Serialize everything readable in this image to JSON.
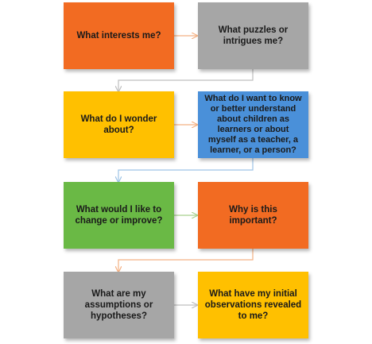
{
  "colors": {
    "orange": "#f26b22",
    "gray": "#a6a6a6",
    "yellow": "#ffc000",
    "blue": "#4a90d9",
    "green": "#6ab945",
    "arrow_orange": "#f4b183",
    "arrow_blue": "#9dc3e6",
    "arrow_green": "#a9d18e",
    "arrow_gray": "#bfbfbf"
  },
  "boxes": [
    {
      "text": "What interests me?",
      "color": "orange"
    },
    {
      "text": "What puzzles or intrigues me?",
      "color": "gray"
    },
    {
      "text": "What do I wonder about?",
      "color": "yellow"
    },
    {
      "text": "What do I want to know or better understand about children as learners or about myself as a teacher, a learner, or a person?",
      "color": "blue"
    },
    {
      "text": "What would I like to change or improve?",
      "color": "green"
    },
    {
      "text": "Why is this important?",
      "color": "orange"
    },
    {
      "text": "What are my assumptions or hypotheses?",
      "color": "gray"
    },
    {
      "text": "What have my initial observations revealed to me?",
      "color": "yellow"
    }
  ]
}
